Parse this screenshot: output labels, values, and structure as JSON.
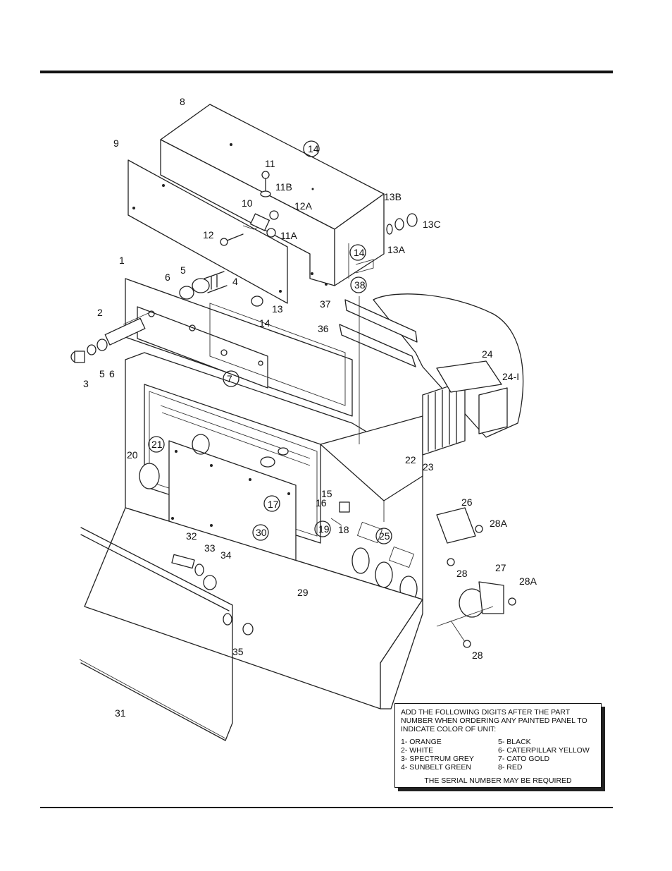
{
  "diagram": {
    "labels": [
      "8",
      "9",
      "14",
      "11",
      "11B",
      "10",
      "12A",
      "12",
      "11A",
      "13B",
      "13C",
      "13A",
      "14",
      "6",
      "5",
      "4",
      "1",
      "13",
      "38",
      "37",
      "14",
      "36",
      "2",
      "24",
      "24-I",
      "3",
      "5",
      "6",
      "7",
      "21",
      "20",
      "22",
      "23",
      "15",
      "16",
      "17",
      "26",
      "28A",
      "19",
      "18",
      "25",
      "30",
      "32",
      "33",
      "34",
      "28",
      "27",
      "28A",
      "29",
      "35",
      "28",
      "31"
    ]
  },
  "note": {
    "heading": "ADD THE FOLLOWING DIGITS AFTER THE PART NUMBER WHEN ORDERING ANY PAINTED PANEL TO INDICATE COLOR OF UNIT:",
    "colors_left": [
      "1- ORANGE",
      "2- WHITE",
      "3- SPECTRUM GREY",
      "4- SUNBELT GREEN"
    ],
    "colors_right": [
      "5- BLACK",
      "6- CATERPILLAR YELLOW",
      "7- CATO GOLD",
      "8- RED"
    ],
    "footer": "THE SERIAL NUMBER MAY BE REQUIRED"
  }
}
